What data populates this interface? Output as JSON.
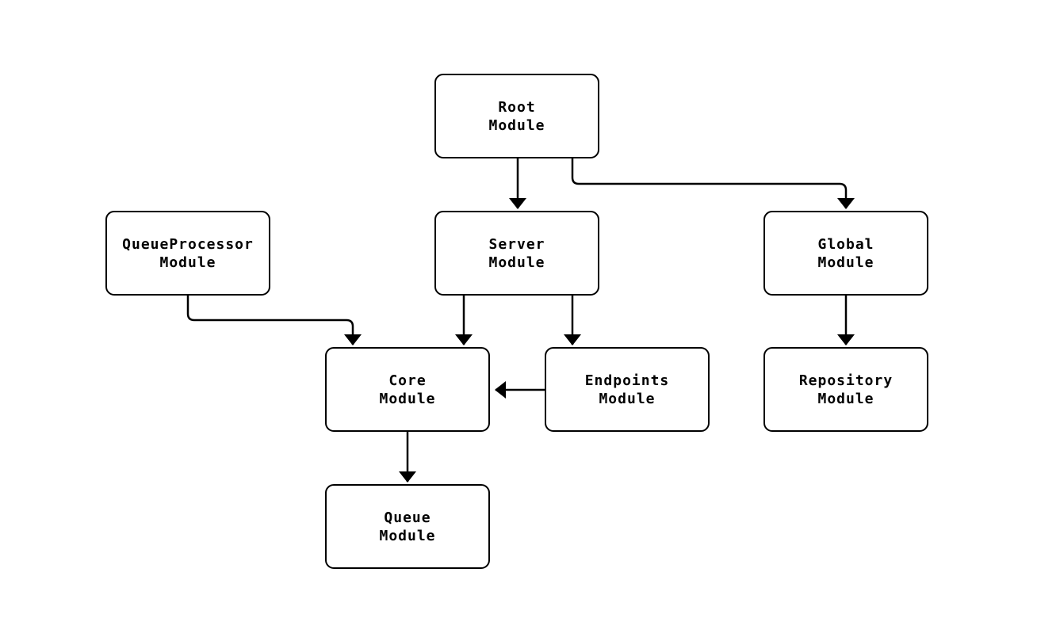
{
  "diagram": {
    "type": "module-dependency-flowchart",
    "nodes": {
      "root": {
        "label": "Root\nModule"
      },
      "queue_processor": {
        "label": "QueueProcessor\nModule"
      },
      "server": {
        "label": "Server\nModule"
      },
      "global": {
        "label": "Global\nModule"
      },
      "core": {
        "label": "Core\nModule"
      },
      "endpoints": {
        "label": "Endpoints\nModule"
      },
      "repository": {
        "label": "Repository\nModule"
      },
      "queue": {
        "label": "Queue\nModule"
      }
    },
    "edges": [
      {
        "from": "Root Module",
        "to": "Server Module"
      },
      {
        "from": "Root Module",
        "to": "Global Module"
      },
      {
        "from": "QueueProcessor Module",
        "to": "Core Module"
      },
      {
        "from": "Server Module",
        "to": "Core Module"
      },
      {
        "from": "Server Module",
        "to": "Endpoints Module"
      },
      {
        "from": "Endpoints Module",
        "to": "Core Module"
      },
      {
        "from": "Global Module",
        "to": "Repository Module"
      },
      {
        "from": "Core Module",
        "to": "Queue Module"
      }
    ]
  },
  "colors": {
    "stroke": "#000000",
    "node_fill": "#ffffff",
    "background": "#ffffff"
  }
}
